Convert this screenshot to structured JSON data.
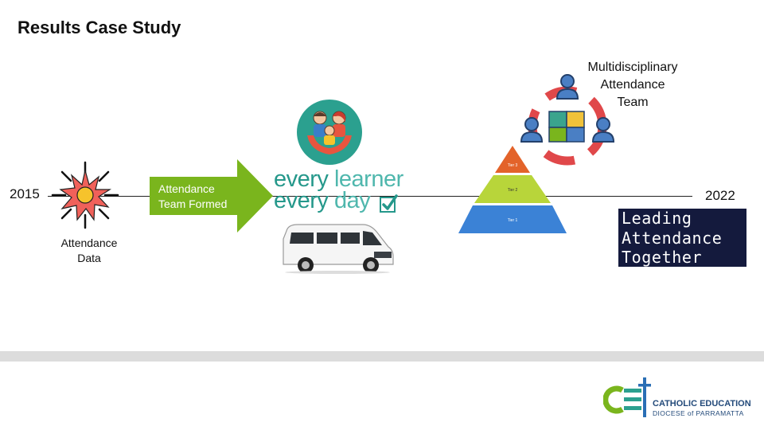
{
  "slide": {
    "title": "Results Case Study"
  },
  "timeline": {
    "start_year": "2015",
    "end_year": "2022"
  },
  "attendance_data": {
    "label_line1": "Attendance",
    "label_line2": "Data"
  },
  "arrow": {
    "label_line1": "Attendance",
    "label_line2": "Team Formed",
    "color": "#7ab51d"
  },
  "every_learner_logo": {
    "line1_a": "every",
    "line1_b": " learner",
    "line2_a": "every",
    "line2_b": " day"
  },
  "pyramid": {
    "tiers": [
      "Tier 3",
      "Tier 2",
      "Tier 1"
    ],
    "colors": [
      "#e3632a",
      "#b8d53a",
      "#3b82d6"
    ]
  },
  "team": {
    "label_line1": "Multidisciplinary",
    "label_line2": "Attendance",
    "label_line3": "Team"
  },
  "leading_attendance": {
    "line1": "Leading",
    "line2": "Attendance",
    "line3": "Together"
  },
  "footer": {
    "org_line1": "CATHOLIC EDUCATION",
    "org_line2": "DIOCESE of PARRAMATTA"
  }
}
